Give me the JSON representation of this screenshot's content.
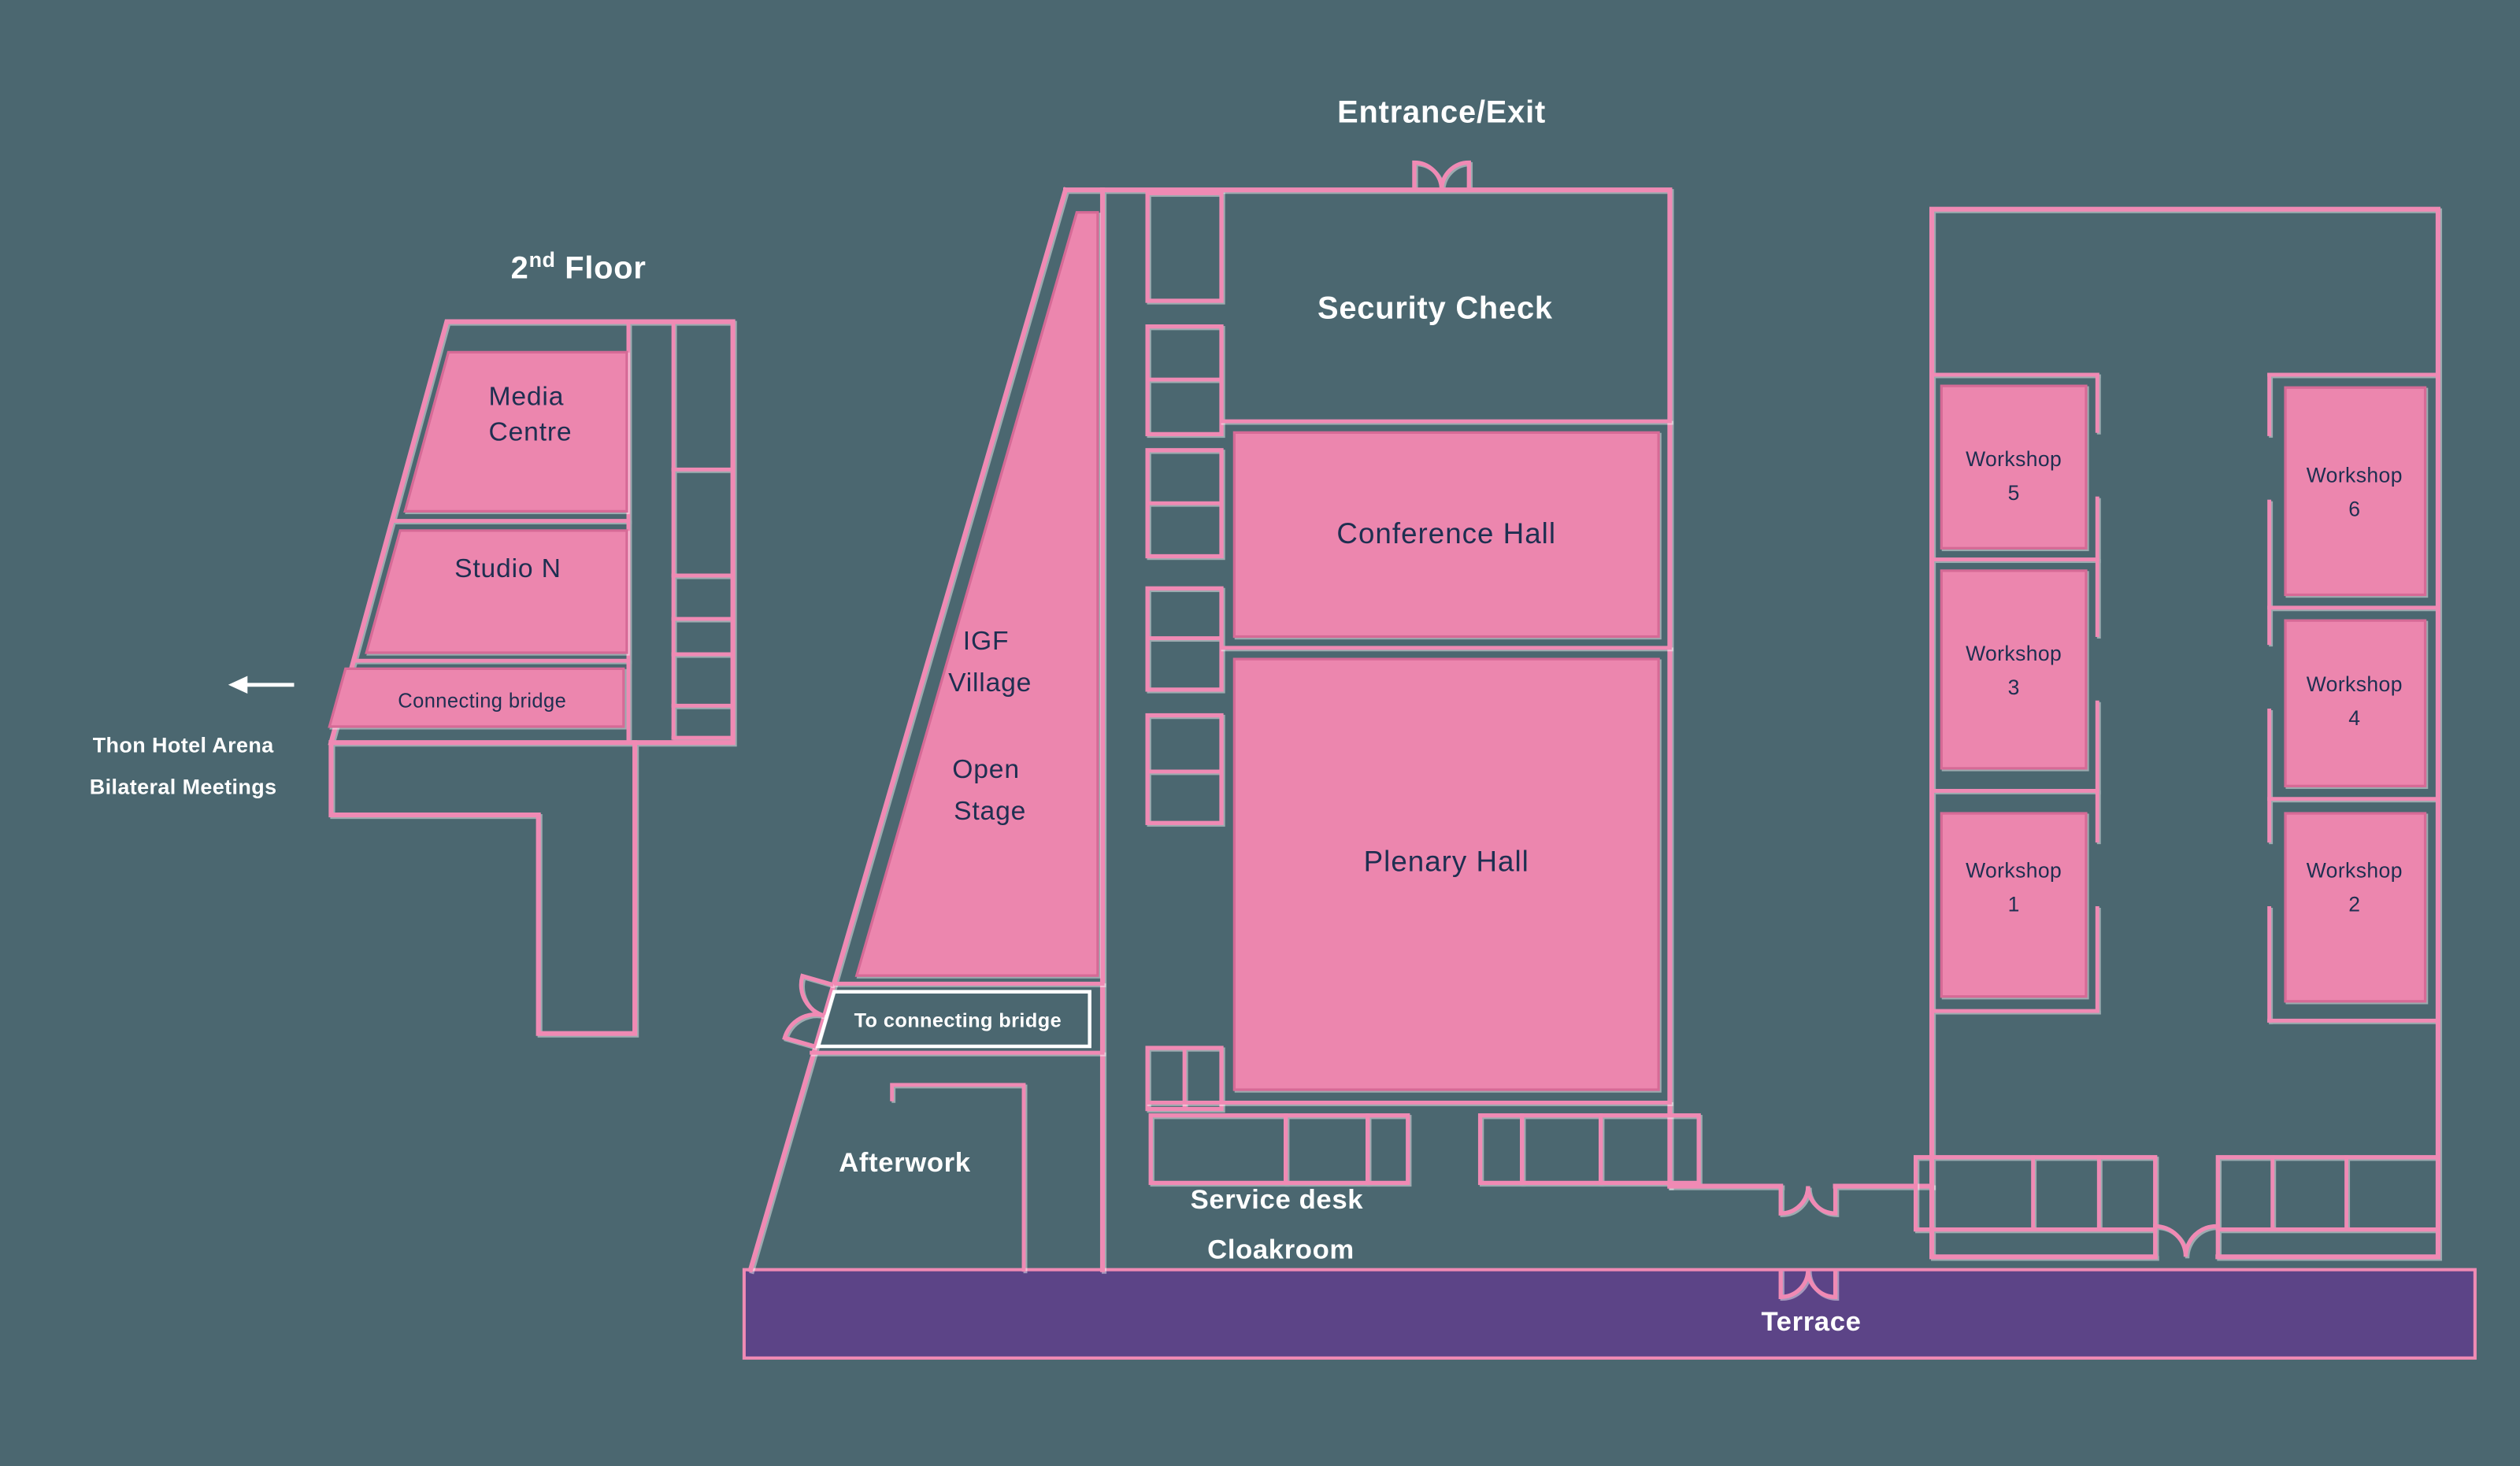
{
  "colors": {
    "background": "#4B6770",
    "room_fill": "#EC86AE",
    "room_stroke": "#D66A96",
    "wall": "#F08AB4",
    "terrace_fill": "#5C4487",
    "navy_text": "#1E2F51",
    "white_text": "#FFFFFF"
  },
  "labels": {
    "entrance": "Entrance/Exit",
    "security": "Security Check",
    "conference": "Conference Hall",
    "plenary": "Plenary Hall",
    "igf1": "IGF",
    "igf2": "Village",
    "stage1": "Open",
    "stage2": "Stage",
    "to_bridge": "To connecting bridge",
    "afterwork": "Afterwork",
    "service1": "Service desk",
    "service2": "Cloakroom",
    "terrace": "Terrace",
    "floor_num": "2",
    "floor_sup": "nd",
    "floor_rest": " Floor",
    "media1": "Media",
    "media2": "Centre",
    "studio": "Studio N",
    "bridge": "Connecting bridge",
    "hotel1": "Thon Hotel Arena",
    "hotel2": "Bilateral Meetings"
  },
  "workshops": {
    "w1": [
      "Workshop",
      "1"
    ],
    "w2": [
      "Workshop",
      "2"
    ],
    "w3": [
      "Workshop",
      "3"
    ],
    "w4": [
      "Workshop",
      "4"
    ],
    "w5": [
      "Workshop",
      "5"
    ],
    "w6": [
      "Workshop",
      "6"
    ]
  }
}
